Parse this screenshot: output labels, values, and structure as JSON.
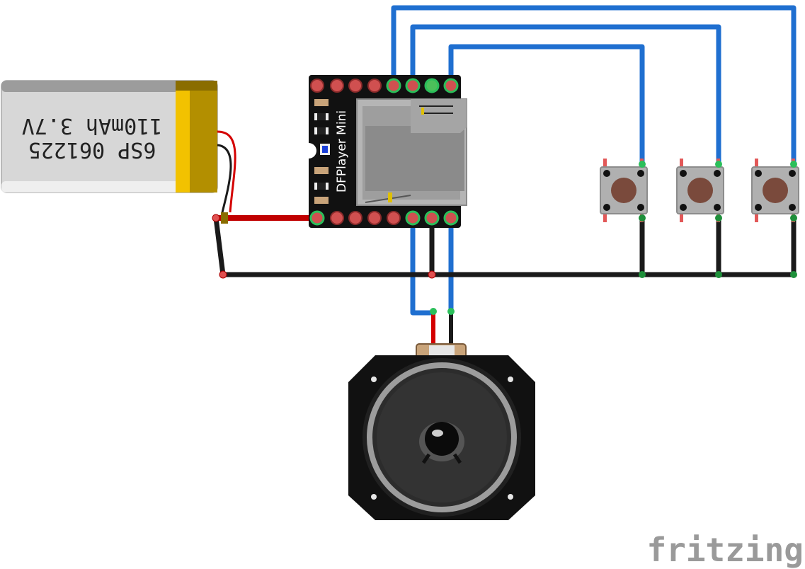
{
  "battery": {
    "line1": "110mAh 3.7V",
    "line2": "6SP 061225"
  },
  "module": {
    "label": "DFPlayer Mini"
  },
  "watermark": {
    "text": "fritzing"
  },
  "colors": {
    "wire_blue": "#1f6fd0",
    "wire_red": "#d40000",
    "wire_black": "#1a1a1a",
    "pcb": "#111111",
    "battery_tab": "#f2c200",
    "button_cap": "#7a4a3c"
  }
}
